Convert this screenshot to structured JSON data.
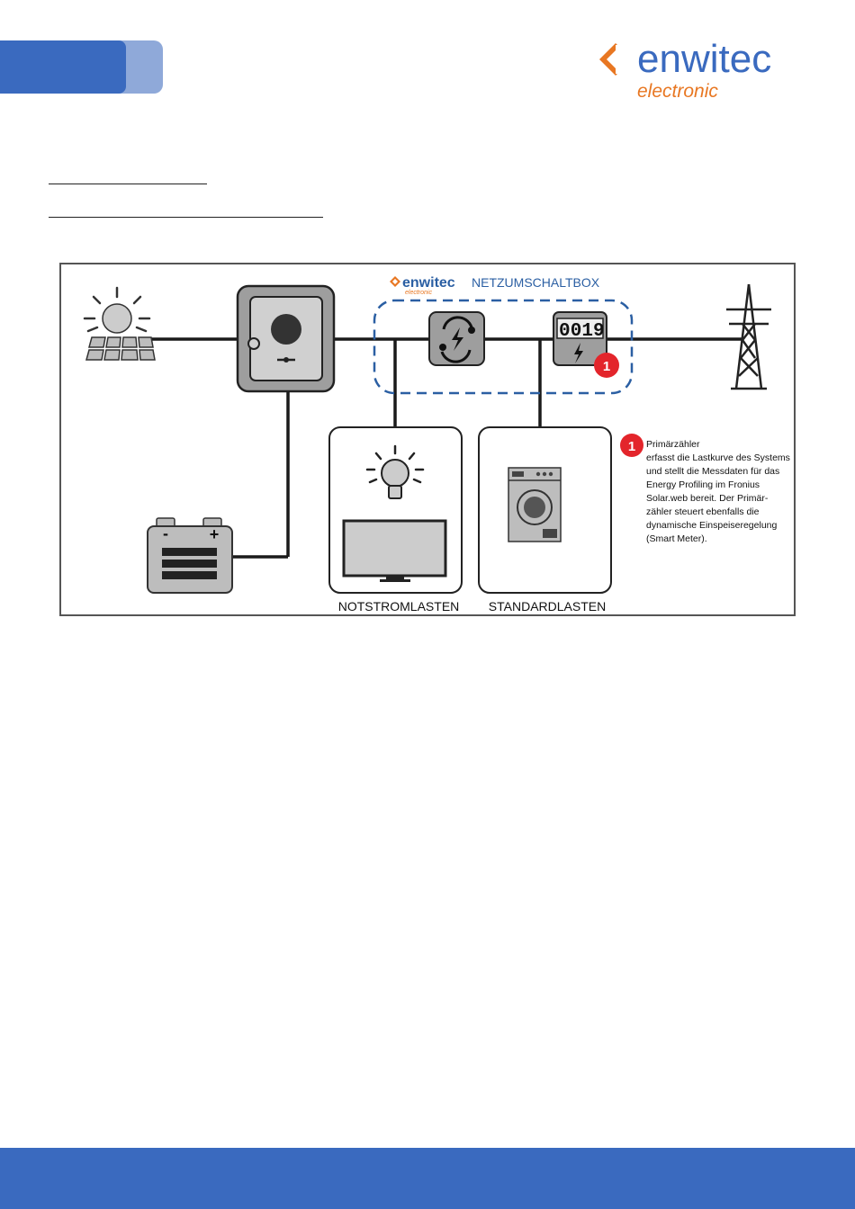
{
  "brand": {
    "name": "enwitec",
    "subname": "electronic",
    "orange": "#e87722",
    "blue": "#3a6abf"
  },
  "diagram": {
    "box_brand": "enwitec",
    "box_brand_sub": "electronic",
    "box_title": "NETZUMSCHALTBOX",
    "meter_digits": "001",
    "meter_last_digit": "9",
    "badge_number": "1",
    "emergency_loads_label": "NOTSTROMLASTEN",
    "standard_loads_label": "STANDARDLASTEN",
    "note": {
      "number": "1",
      "title": "Primärzähler",
      "lines": [
        "erfasst die Lastkurve des Systems",
        "und stellt die Messdaten für das",
        "Energy Profiling im Fronius",
        "Solar.web bereit. Der Primär-",
        "zähler steuert ebenfalls die",
        "dynamische Einspeiseregelung",
        "(Smart Meter)."
      ]
    },
    "icons": [
      "sun-icon",
      "solar-panel-icon",
      "inverter-icon",
      "battery-icon",
      "switch-icon",
      "meter-icon",
      "power-pylon-icon",
      "lightbulb-icon",
      "tv-icon",
      "washing-machine-icon"
    ],
    "badge_color": "#e3252b",
    "dashed_color": "#2b5fa3"
  }
}
